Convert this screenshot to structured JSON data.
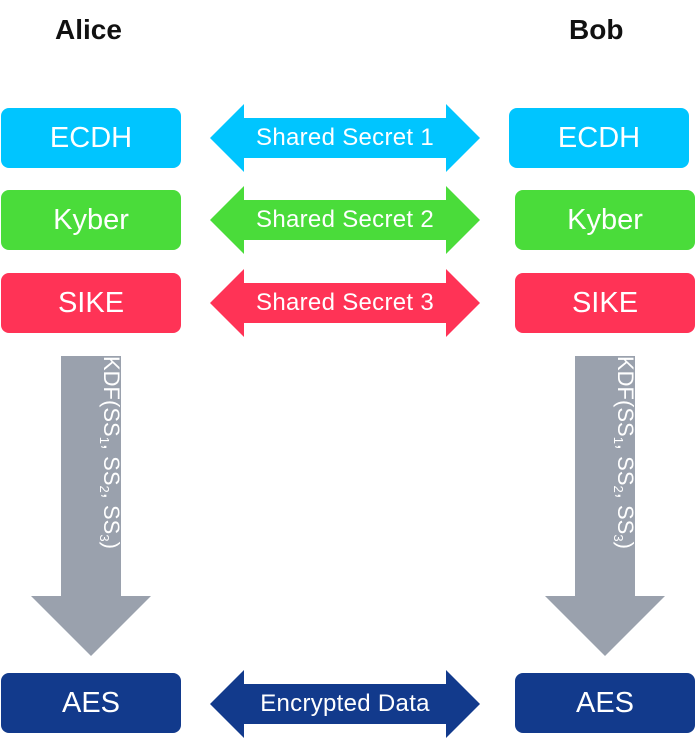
{
  "parties": {
    "alice": "Alice",
    "bob": "Bob"
  },
  "colors": {
    "ecdh": "#00C5FF",
    "kyber": "#4ADC3A",
    "sike": "#FF3356",
    "aes": "#123A8C",
    "kdf": "#9AA1AD"
  },
  "rows": [
    {
      "alice_label": "ECDH",
      "bob_label": "ECDH",
      "link_label": "Shared Secret 1"
    },
    {
      "alice_label": "Kyber",
      "bob_label": "Kyber",
      "link_label": "Shared Secret 2"
    },
    {
      "alice_label": "SIKE",
      "bob_label": "SIKE",
      "link_label": "Shared Secret 3"
    }
  ],
  "kdf": {
    "prefix": "KDF(",
    "terms": [
      "SS",
      "SS",
      "SS"
    ],
    "subs": [
      "1",
      "2",
      "3"
    ],
    "sep": ", ",
    "suffix": ")"
  },
  "aes": {
    "alice_label": "AES",
    "bob_label": "AES",
    "link_label": "Encrypted Data"
  }
}
